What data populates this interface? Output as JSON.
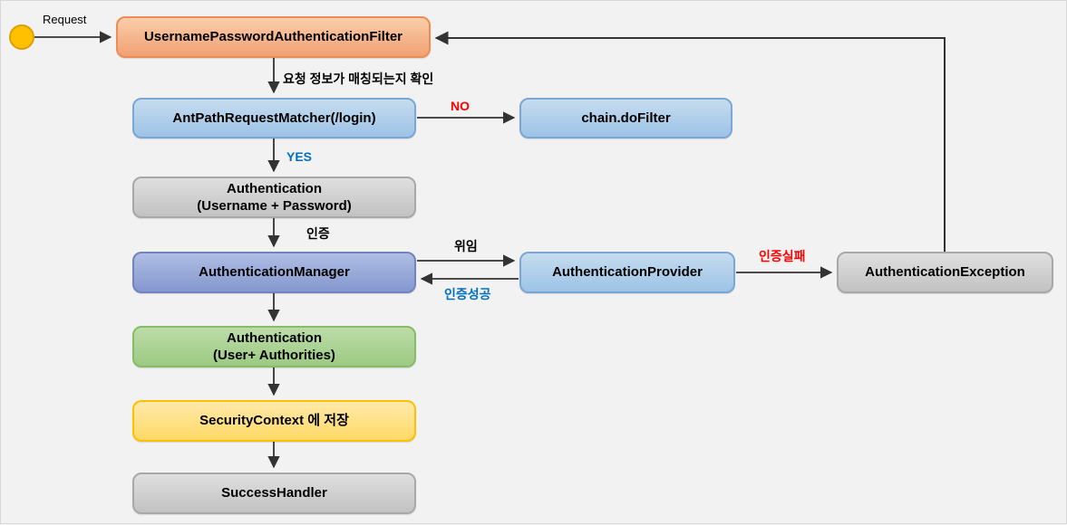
{
  "diagram_title": "Spring Security UsernamePasswordAuthenticationFilter flow",
  "start": {
    "label": "Request"
  },
  "nodes": {
    "filter": {
      "label": "UsernamePasswordAuthenticationFilter"
    },
    "matcher": {
      "label": "AntPathRequestMatcher(/login)"
    },
    "dofilter": {
      "label": "chain.doFilter"
    },
    "auth_request": {
      "line1": "Authentication",
      "line2": "(Username + Password)"
    },
    "manager": {
      "label": "AuthenticationManager"
    },
    "provider": {
      "label": "AuthenticationProvider"
    },
    "exception": {
      "label": "AuthenticationException"
    },
    "auth_result": {
      "line1": "Authentication",
      "line2": "(User+ Authorities)"
    },
    "context": {
      "label": "SecurityContext 에 저장"
    },
    "success": {
      "label": "SuccessHandler"
    }
  },
  "edge_labels": {
    "match_check": "요청 정보가 매칭되는지 확인",
    "no": "NO",
    "yes": "YES",
    "authenticate": "인증",
    "delegate": "위임",
    "auth_success": "인증성공",
    "auth_fail": "인증실패"
  },
  "colors": {
    "canvas_bg": "#F2F2F2",
    "filter_fill_top": "#FACDA9",
    "filter_fill_bottom": "#F1A173",
    "filter_border": "#ED8C54",
    "blue_fill_top": "#C5DCEF",
    "blue_fill_bottom": "#9DC3E6",
    "blue_border": "#7AA7D5",
    "manager_fill_top": "#AFBEE4",
    "manager_fill_bottom": "#8497CF",
    "manager_border": "#7284BD",
    "gray_fill_top": "#DFDFDF",
    "gray_fill_bottom": "#C2C2C2",
    "gray_border": "#A8A8A8",
    "green_fill_top": "#BCDCA8",
    "green_fill_bottom": "#9DCA83",
    "green_border": "#85BD68",
    "yellow_fill_top": "#FFE9A9",
    "yellow_fill_bottom": "#FFD966",
    "yellow_border": "#FFC000",
    "start_fill": "#FFC000",
    "start_border": "#DF9E00",
    "arrow": "#333333",
    "label_red": "#FF0000",
    "label_blue": "#0070C0",
    "text": "#000000"
  }
}
